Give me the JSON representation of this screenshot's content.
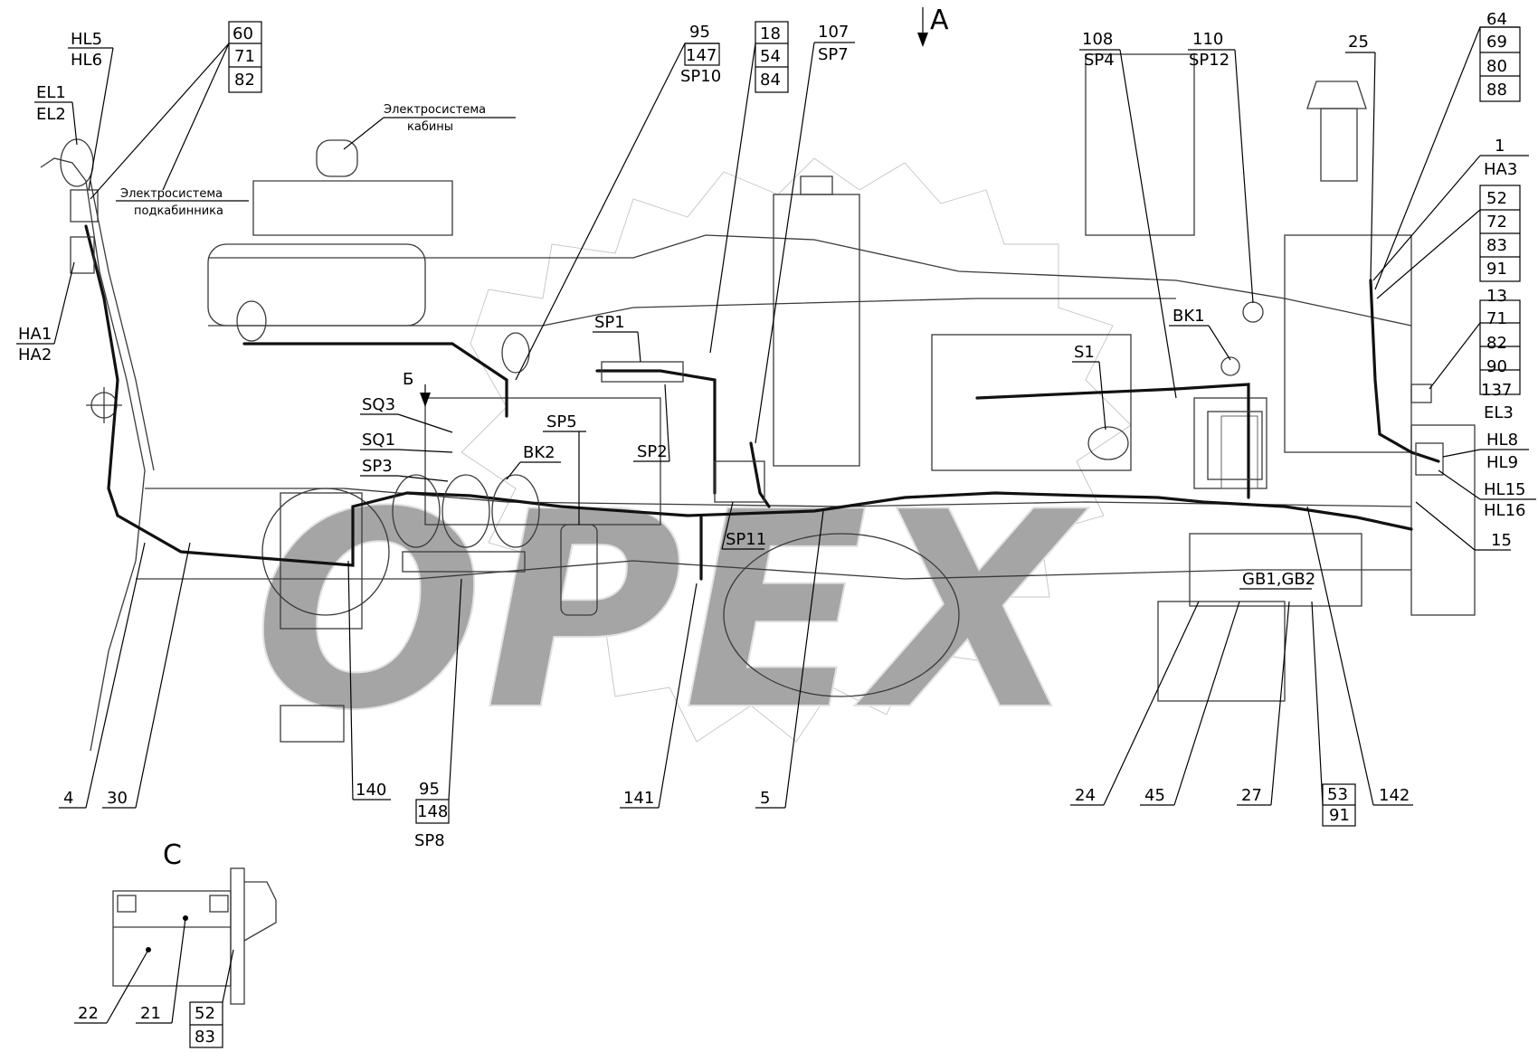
{
  "view_marks": {
    "A": "А",
    "B": "Б",
    "C": "С"
  },
  "notes": {
    "cab_system_1": "Электросистема",
    "cab_system_2": "кабины",
    "subcab_system_1": "Электросистема",
    "subcab_system_2": "подкабинника"
  },
  "watermark": "OPEX",
  "callouts": {
    "hl5": "HL5",
    "hl6": "HL6",
    "el1": "EL1",
    "el2": "EL2",
    "ha1": "HA1",
    "ha2": "HA2",
    "c60": "60",
    "c71a": "71",
    "c82a": "82",
    "c95a": "95",
    "c147": "147",
    "sp10": "SP10",
    "c18": "18",
    "c54": "54",
    "c84": "84",
    "c107": "107",
    "sp7": "SP7",
    "c108": "108",
    "sp4": "SP4",
    "c110": "110",
    "sp12": "SP12",
    "c25": "25",
    "c64": "64",
    "c69": "69",
    "c80": "80",
    "c88": "88",
    "c1": "1",
    "ha3": "HA3",
    "c52a": "52",
    "c72": "72",
    "c83a": "83",
    "c91a": "91",
    "c13": "13",
    "c71b": "71",
    "c82b": "82",
    "c90": "90",
    "c137": "137",
    "el3": "EL3",
    "hl8": "HL8",
    "hl9": "HL9",
    "hl15": "HL15",
    "hl16": "HL16",
    "c15": "15",
    "sp1": "SP1",
    "sp2": "SP2",
    "sp5": "SP5",
    "sp11": "SP11",
    "sq3": "SQ3",
    "sq1": "SQ1",
    "sp3": "SP3",
    "bk2": "BK2",
    "bk1": "BK1",
    "s1": "S1",
    "gb": "GB1,GB2",
    "c4": "4",
    "c30": "30",
    "c140": "140",
    "c95b": "95",
    "c148": "148",
    "sp8": "SP8",
    "c141": "141",
    "c5": "5",
    "c24": "24",
    "c45": "45",
    "c27": "27",
    "c53": "53",
    "c91b": "91",
    "c142": "142",
    "c22": "22",
    "c21": "21",
    "c52b": "52",
    "c83b": "83"
  }
}
